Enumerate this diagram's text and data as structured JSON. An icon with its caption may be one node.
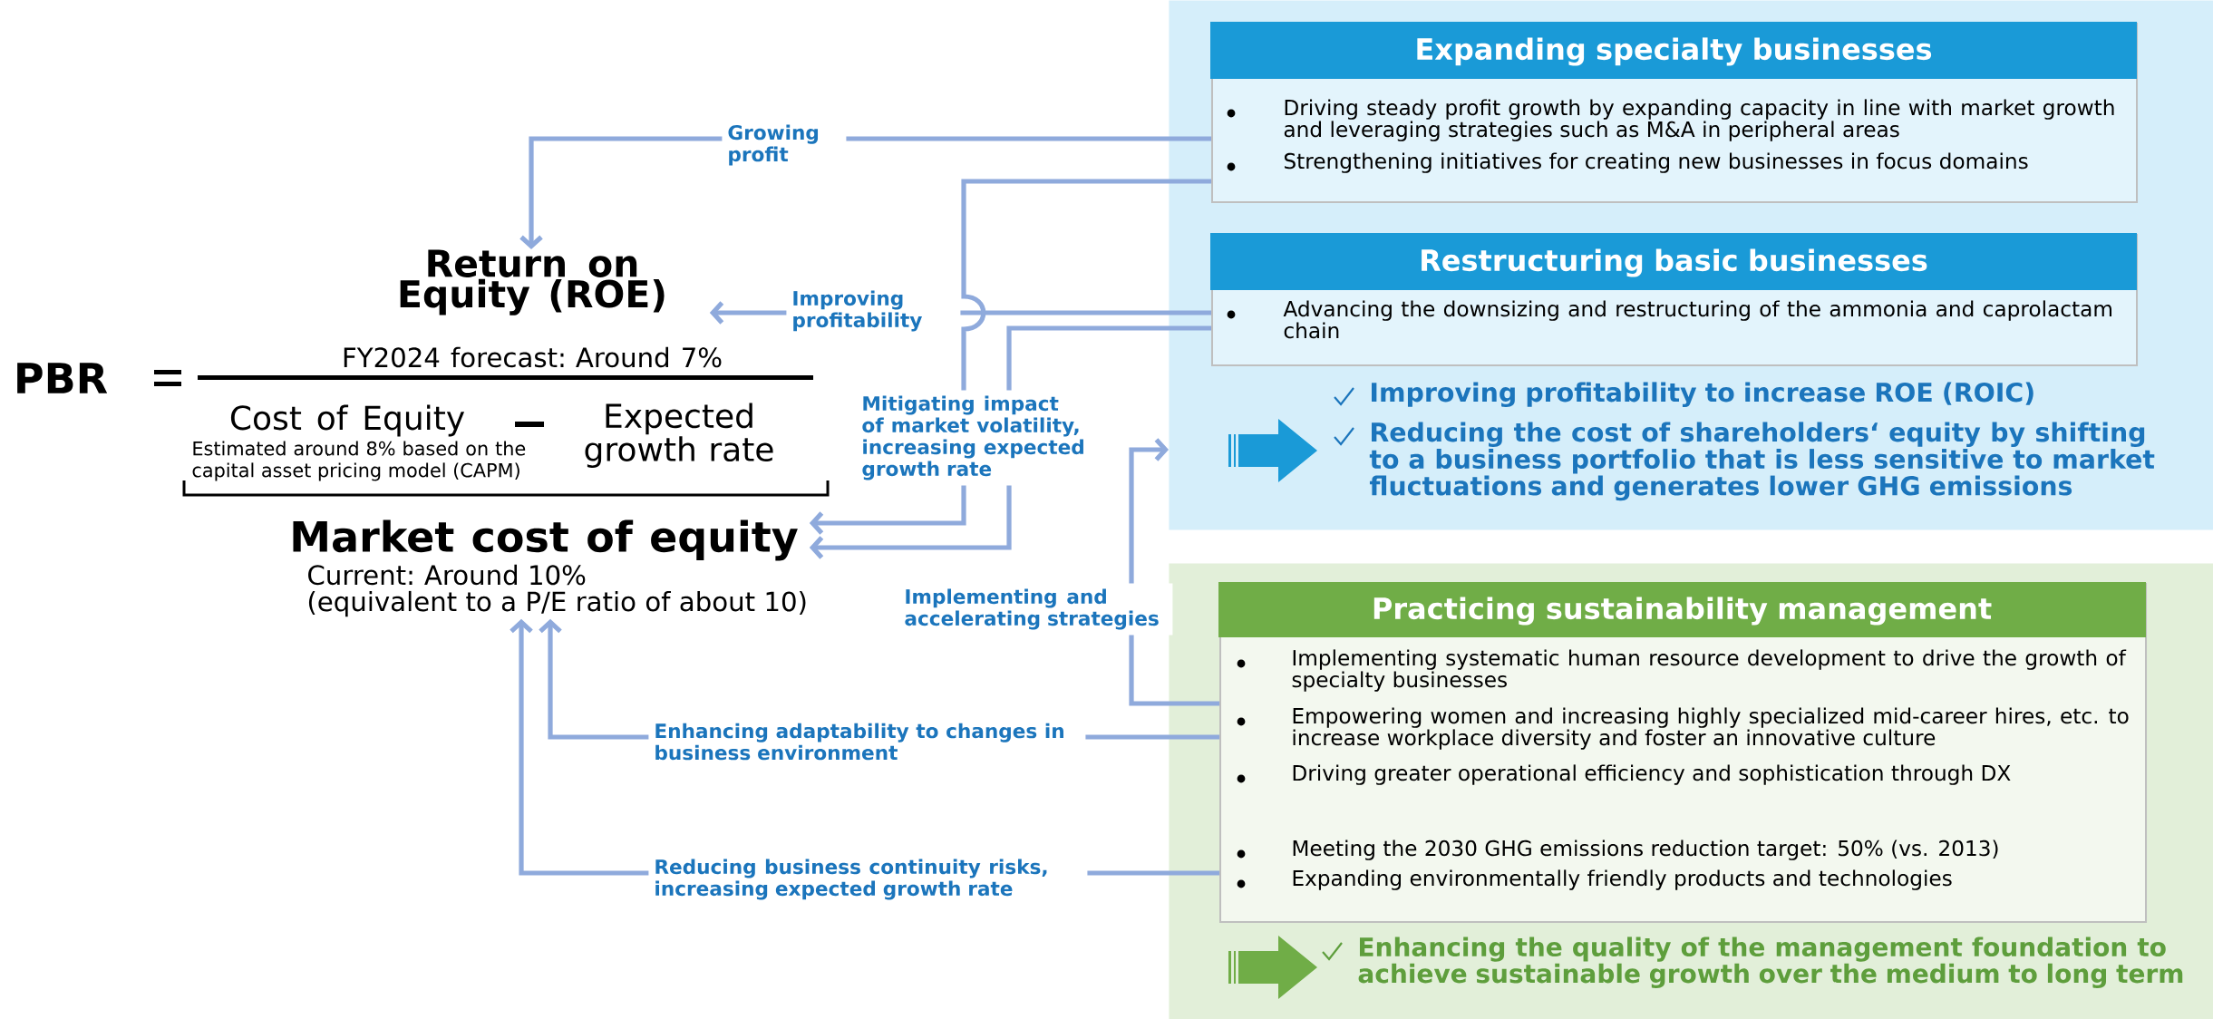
{
  "diagram": {
    "nodes": [
      {
        "text": [
          "Return on Equity (ROE)",
          "FY2024 forecast: Around 7%"
        ]
      },
      {
        "text": [
          "Cost of Equity",
          "Estimated around 8% based on the capital asset pricing model (CAPM)"
        ]
      },
      {
        "text": [
          "Expected growth rate"
        ]
      },
      {
        "text": [
          "Market cost of equity",
          "Current: Around 10%",
          "(equivalent to a P/E ratio of about 10)"
        ]
      },
      {
        "text": [
          "Improving profitability to increase ROE (ROIC)",
          "Reducing the cost of shareholders‘ equity by shifting to a business portfolio that is less sensitive to market fluctuations and generates lower GHG emissions"
        ]
      },
      {
        "text": [
          "Expanding specialty businesses",
          "Driving steady profit growth by expanding capacity in line with market growth and leveraging strategies such as M&A in peripheral areas",
          "Strengthening initiatives for creating new businesses in focus domains"
        ],
        "in": 4
      },
      {
        "text": [
          "Restructuring basic businesses",
          "Advancing the downsizing and restructuring of the ammonia and caprolactam chain"
        ],
        "in": 4
      },
      {
        "text": [
          "Enhancing the quality of the management foundation to achieve sustainable growth over the medium to long term"
        ]
      },
      {
        "text": [
          "Practicing sustainability management",
          "Implementing systematic human resource development to drive the growth of specialty businesses",
          "Empowering women and increasing highly specialized mid-career hires, etc. to increase workplace diversity and foster an innovative culture",
          "Driving greater operational efficiency and sophistication through DX",
          "Meeting the 2030 GHG emissions reduction target: 50% (vs. 2013)",
          "Expanding environmentally friendly products and technologies"
        ],
        "in": 7
      }
    ],
    "edges": [
      {
        "from": 5,
        "to": 0,
        "arrow": "to",
        "label": "Growing profit"
      },
      {
        "from": 6,
        "to": 0,
        "arrow": "to",
        "label": "Improving profitability"
      },
      {
        "from": 5,
        "to": 3,
        "arrow": "to",
        "label": "Mitigating impact of market volatility, increasing expected growth rate"
      },
      {
        "from": 6,
        "to": 3,
        "arrow": "to"
      },
      {
        "from": 8,
        "to": 4,
        "arrow": "to",
        "label": "Implementing and accelerating strategies"
      },
      {
        "from": 8,
        "to": 3,
        "arrow": "to",
        "label": "Enhancing adaptability to changes in business environment"
      },
      {
        "from": 8,
        "to": 3,
        "arrow": "to",
        "label": "Reducing business continuity risks, increasing expected growth rate"
      }
    ],
    "labels": [
      "PBR"
    ]
  }
}
